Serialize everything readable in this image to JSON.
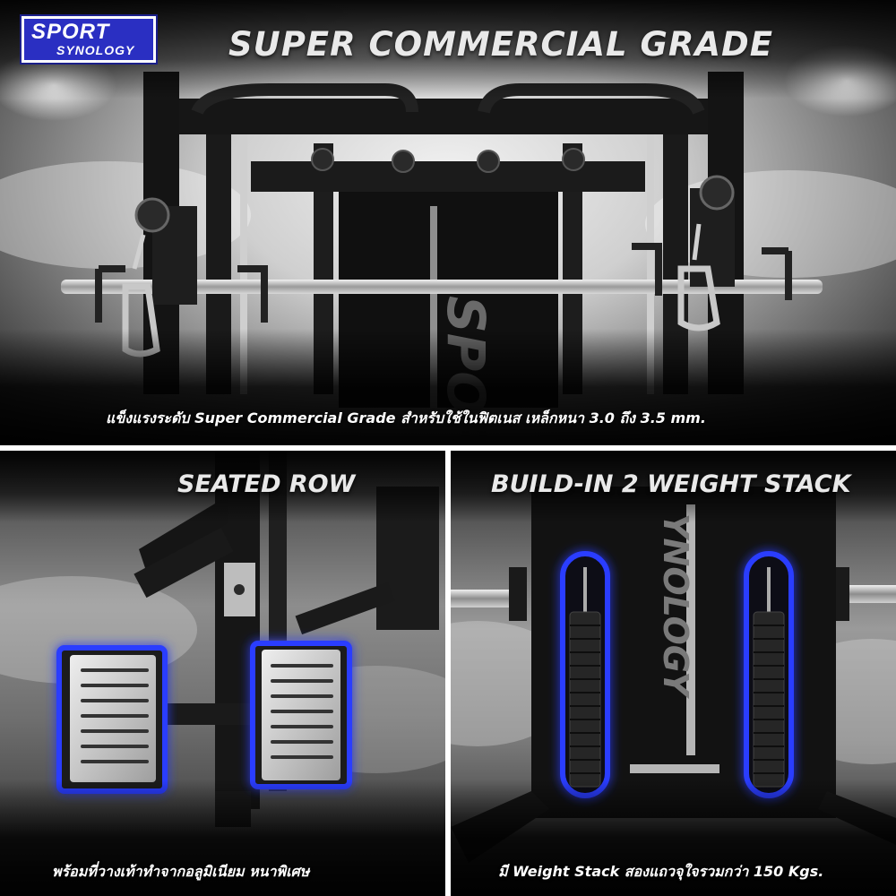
{
  "brand": {
    "line1": "SPORT",
    "line2": "SYNOLOGY",
    "color": "#2a2fc2"
  },
  "top_panel": {
    "title": "SUPER COMMERCIAL GRADE",
    "machine_lettering": "SPOR",
    "caption": "แข็งแรงระดับ Super Commercial Grade สำหรับใช้ในฟิตเนส เหล็กหนา 3.0 ถึง 3.5 mm."
  },
  "bottom_left_panel": {
    "title": "SEATED ROW",
    "caption": "พร้อมที่วางเท้าทำจากอลูมิเนียม หนาพิเศษ"
  },
  "bottom_right_panel": {
    "title": "BUILD-IN 2 WEIGHT STACK",
    "machine_lettering": "YNOLOGY",
    "caption": "มี Weight Stack สองแถวจุใจรวมกว่า 150 Kgs."
  },
  "colors": {
    "glow": "#2a3cff",
    "frame": "#121212",
    "steel": "#bdbdbd"
  }
}
